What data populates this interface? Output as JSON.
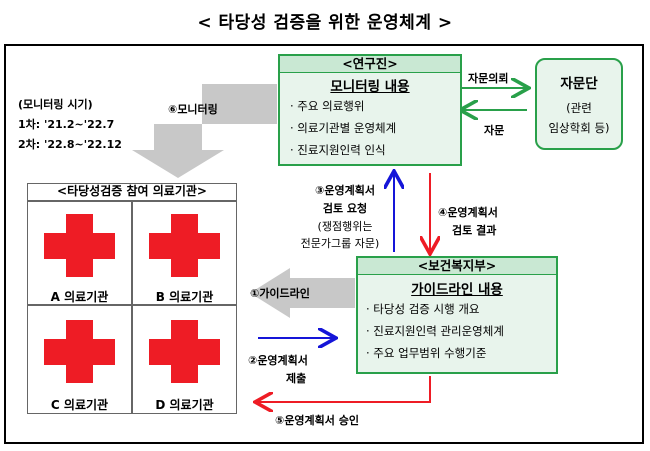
{
  "title": "< 타당성 검증을 위한 운영체계 >",
  "research_team": {
    "header": "<연구진>",
    "subtitle": "모니터링 내용",
    "items": [
      "· 주요 의료행위",
      "· 의료기관별 운영체계",
      "· 진료지원인력 인식"
    ]
  },
  "advisory": {
    "title": "자문단",
    "detail_1": "(관련",
    "detail_2": "임상학회 등)"
  },
  "ministry": {
    "header": "<보건복지부>",
    "subtitle": "가이드라인 내용",
    "items": [
      "· 타당성 검증 시행 개요",
      "· 진료지원인력 관리운영체계",
      "· 주요 업무범위 수행기준"
    ]
  },
  "institutions": {
    "header": "<타당성검증 참여 의료기관>",
    "labels": [
      "A 의료기관",
      "B 의료기관",
      "C 의료기관",
      "D 의료기관"
    ]
  },
  "monitoring_period": {
    "title": "(모니터링 시기)",
    "first": "1차: '21.2~'22.7",
    "second": "2차: '22.8~'22.12"
  },
  "flows": {
    "advice_request": "자문의뢰",
    "advice": "자문",
    "step6": "⑥모니터링",
    "step3_l1": "③운영계획서",
    "step3_l2": "검토 요청",
    "step3_l3": "(쟁점행위는",
    "step3_l4": "전문가그룹 자문)",
    "step4_l1": "④운영계획서",
    "step4_l2": "검토 결과",
    "step1": "①가이드라인",
    "step2_l1": "②운영계획서",
    "step2_l2": "제출",
    "step5": "⑤운영계획서 승인"
  },
  "colors": {
    "green": "#29a04a",
    "red": "#ee1c25",
    "blue": "#1515d8",
    "gray_arrow": "#c8c8c8"
  }
}
